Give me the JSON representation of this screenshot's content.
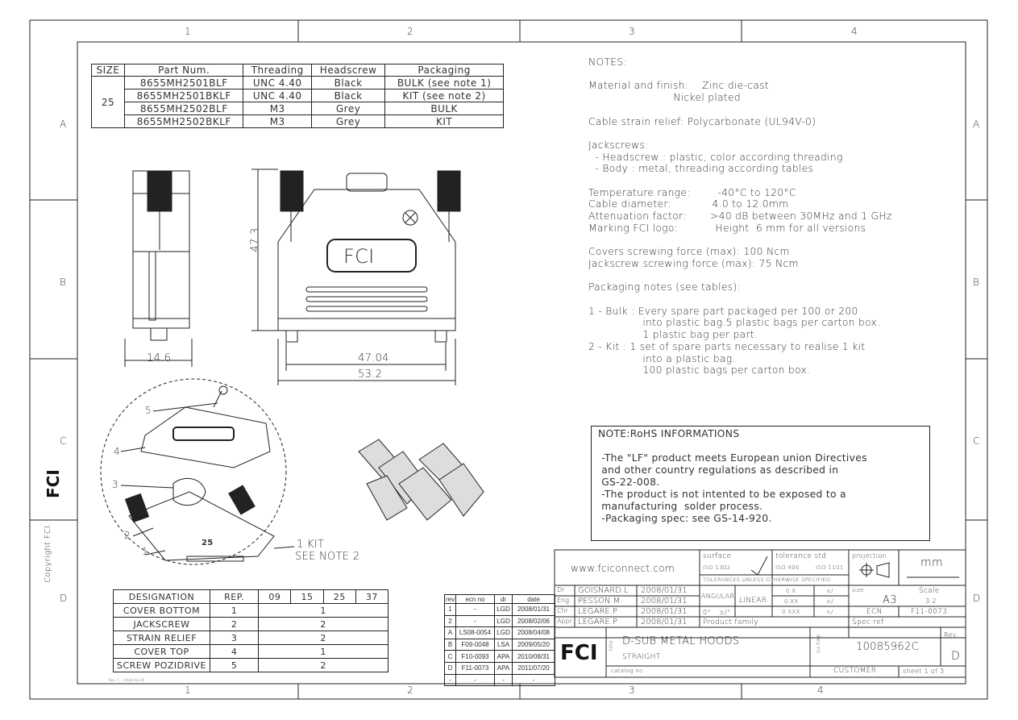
{
  "frame": {
    "columns": [
      "1",
      "2",
      "3",
      "4"
    ],
    "rows": [
      "A",
      "B",
      "C",
      "D"
    ],
    "copyright": "Copyright FCI.",
    "logo": "FCI",
    "footer_code": "Rev 1 - 2008-03-28"
  },
  "part_table": {
    "headers": [
      "SIZE",
      "Part Num.",
      "Threading",
      "Headscrew",
      "Packaging"
    ],
    "size": "25",
    "rows": [
      [
        "8655MH2501BLF",
        "UNC 4.40",
        "Black",
        "BULK (see note 1)"
      ],
      [
        "8655MH2501BKLF",
        "UNC 4.40",
        "Black",
        "KIT (see note 2)"
      ],
      [
        "8655MH2502BLF",
        "M3",
        "Grey",
        "BULK"
      ],
      [
        "8655MH2502BKLF",
        "M3",
        "Grey",
        "KIT"
      ]
    ]
  },
  "drawing": {
    "dim_height": "47.3",
    "dim_width_side": "14.6",
    "dim_inner": "47.04",
    "dim_outer": "53.2",
    "hood_logo": "FCI",
    "balloons": [
      "1",
      "2",
      "3",
      "4",
      "5"
    ],
    "kit_label": "1 KIT",
    "kit_note": "SEE NOTE 2",
    "part_mark": "25"
  },
  "notes": "NOTES:\n\nMaterial and finish:    Zinc die-cast\n                         Nickel plated\n\nCable strain relief: Polycarbonate (UL94V-0)\n\nJackscrews:\n  - Headscrew : plastic, color according threading\n  - Body : metal, threading according tables\n\nTemperature range:        -40°C to 120°C\nCable diameter:            4.0 to 12.0mm\nAttenuation factor:       >40 dB between 30MHz and 1 GHz\nMarking FCI logo:           Height  6 mm for all versions\n\nCovers screwing force (max): 100 Ncm\nJackscrew screwing force (max): 75 Ncm\n\nPackaging notes (see tables):\n\n1 - Bulk : Every spare part packaged per 100 or 200\n                into plastic bag.5 plastic bags per carton box.\n                1 plastic bag per part.\n2 - Kit : 1 set of spare parts necessary to realise 1 kit\n                into a plastic bag.\n                100 plastic bags per carton box.",
  "rohs": "NOTE:RoHS INFORMATIONS\n\n -The \"LF\" product meets European union Directives\n and other country regulations as described in\n GS-22-008.\n -The product is not intented to be exposed to a\n manufacturing  solder process.\n -Packaging spec: see GS-14-920.",
  "designation_table": {
    "headers": [
      "DESIGNATION",
      "REP.",
      "09",
      "15",
      "25",
      "37"
    ],
    "rows": [
      [
        "COVER BOTTOM",
        "1",
        "1"
      ],
      [
        "JACKSCREW",
        "2",
        "2"
      ],
      [
        "STRAIN RELIEF",
        "3",
        "2"
      ],
      [
        "COVER TOP",
        "4",
        "1"
      ],
      [
        "SCREW POZIDRIVE",
        "5",
        "2"
      ]
    ]
  },
  "revisions": {
    "headers": [
      "rev",
      "ecn no",
      "dr",
      "date"
    ],
    "rows": [
      [
        "1",
        "-",
        "LGD",
        "2008/01/31"
      ],
      [
        "2",
        "-",
        "LGD",
        "2008/02/06"
      ],
      [
        "A",
        "LS08-0054",
        "LGD",
        "2008/04/08"
      ],
      [
        "B",
        "F09-0048",
        "LSA",
        "2009/05/20"
      ],
      [
        "C",
        "F10-0093",
        "APA",
        "2010/08/31"
      ],
      [
        "D",
        "F11-0073",
        "APA",
        "2011/07/20"
      ],
      [
        "-",
        "-",
        "-",
        "-"
      ]
    ]
  },
  "title_block": {
    "website": "www.fciconnect.com",
    "surface": "surface",
    "surface_iso": "ISO 1302",
    "tol_std": "tolerance std",
    "iso406": "ISO 406",
    "iso1101": "ISO 1101",
    "tol_note": "TOLERANCES UNLESS OTHERWISE SPECIFIED",
    "projection": "projection",
    "units": "mm",
    "people": [
      [
        "Dr",
        "GOISNARD.L",
        "2008/01/31"
      ],
      [
        "Eng",
        "PESSON.M",
        "2008/01/31"
      ],
      [
        "Chr",
        "LEGARE.P",
        "2008/01/31"
      ],
      [
        "Appr",
        "LEGARE.P",
        "2008/01/31"
      ]
    ],
    "angular": "ANGULAR",
    "angular_deg": "0°",
    "angular_tol": "±/°",
    "linear": "LINEAR",
    "lin": [
      [
        "0.X",
        "±/"
      ],
      [
        "0.XX",
        "±/"
      ],
      [
        "0.XXX",
        "±/"
      ]
    ],
    "size_label": "size",
    "size": "A3",
    "scale_label": "Scale",
    "scale": "3:2",
    "ecn_label": "ECN",
    "ecn": "F11-0073",
    "product_family": "Product family",
    "spec_ref": "Spec ref",
    "title_label": "title",
    "title": "D-SUB METAL HOODS",
    "subtitle": "STRAIGHT",
    "catalog": "catalog no",
    "dwg_label": "dwg no",
    "dwg_no": "10085962C",
    "rev_label": "Rev.",
    "rev": "D",
    "customer": "CUSTOMER",
    "sheet": "sheet 1 of 3"
  }
}
